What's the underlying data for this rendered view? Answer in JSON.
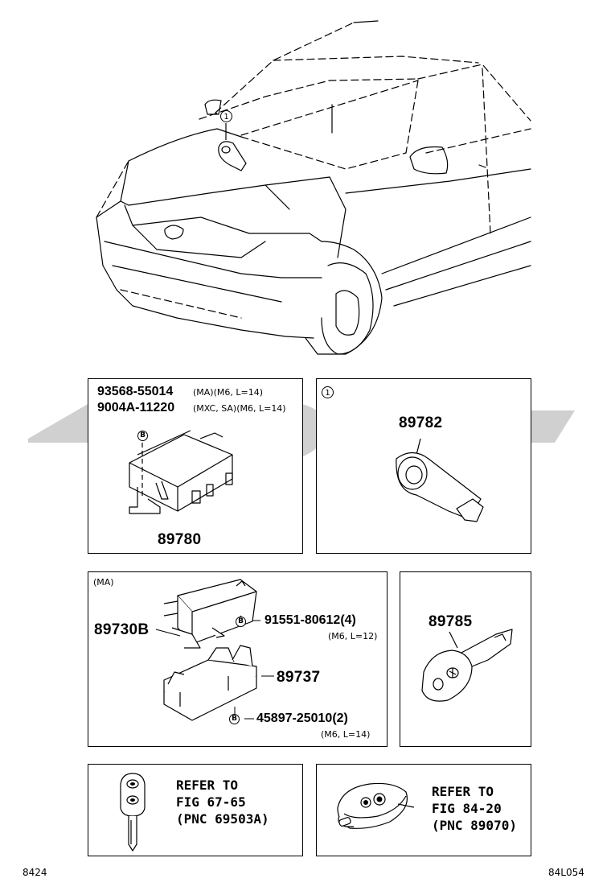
{
  "header": {
    "callout_number": "1"
  },
  "panel_a": {
    "bolt_line1_pn": "93568-55014",
    "bolt_line1_spec": "(MA)(M6, L=14)",
    "bolt_line2_pn": "9004A-11220",
    "bolt_line2_spec": "(MXC, SA)(M6, L=14)",
    "bolt_marker": "B",
    "part_number": "89780"
  },
  "panel_b": {
    "callout_number": "1",
    "part_number": "89782"
  },
  "panel_c": {
    "variant": "(MA)",
    "bracket_pn": "89730B",
    "bolt1_pn": "91551-80612(4)",
    "bolt1_spec": "(M6, L=12)",
    "holder_pn": "89737",
    "bolt2_pn": "45897-25010(2)",
    "bolt2_spec": "(M6, L=14)",
    "bolt_marker": "B"
  },
  "panel_d": {
    "part_number": "89785"
  },
  "panel_e": {
    "ref_line1": "REFER TO",
    "ref_line2": "FIG 67-65",
    "ref_line3": "(PNC 69503A)"
  },
  "panel_f": {
    "ref_line1": "REFER TO",
    "ref_line2": "FIG 84-20",
    "ref_line3": "(PNC 89070)"
  },
  "footer": {
    "left_code": "8424",
    "right_code": "84L054"
  },
  "colors": {
    "watermark": "#c8c8c8",
    "line": "#000000"
  }
}
